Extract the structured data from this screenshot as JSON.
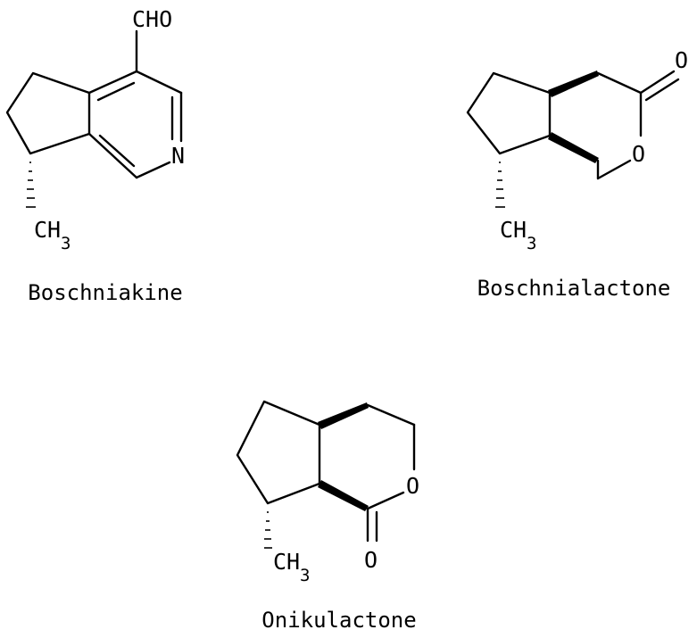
{
  "molecules": {
    "boschniakine": {
      "name": "Boschniakine",
      "aldehyde": "CHO",
      "nitrogen": "N",
      "methyl": "CH",
      "methyl_sub": "3"
    },
    "boschnialactone": {
      "name": "Boschnialactone",
      "carbonyl_oxygen": "O",
      "ring_oxygen": "O",
      "methyl": "CH",
      "methyl_sub": "3"
    },
    "onikulactone": {
      "name": "Onikulactone",
      "ring_oxygen": "O",
      "carbonyl_oxygen": "O",
      "methyl": "CH",
      "methyl_sub": "3"
    }
  }
}
